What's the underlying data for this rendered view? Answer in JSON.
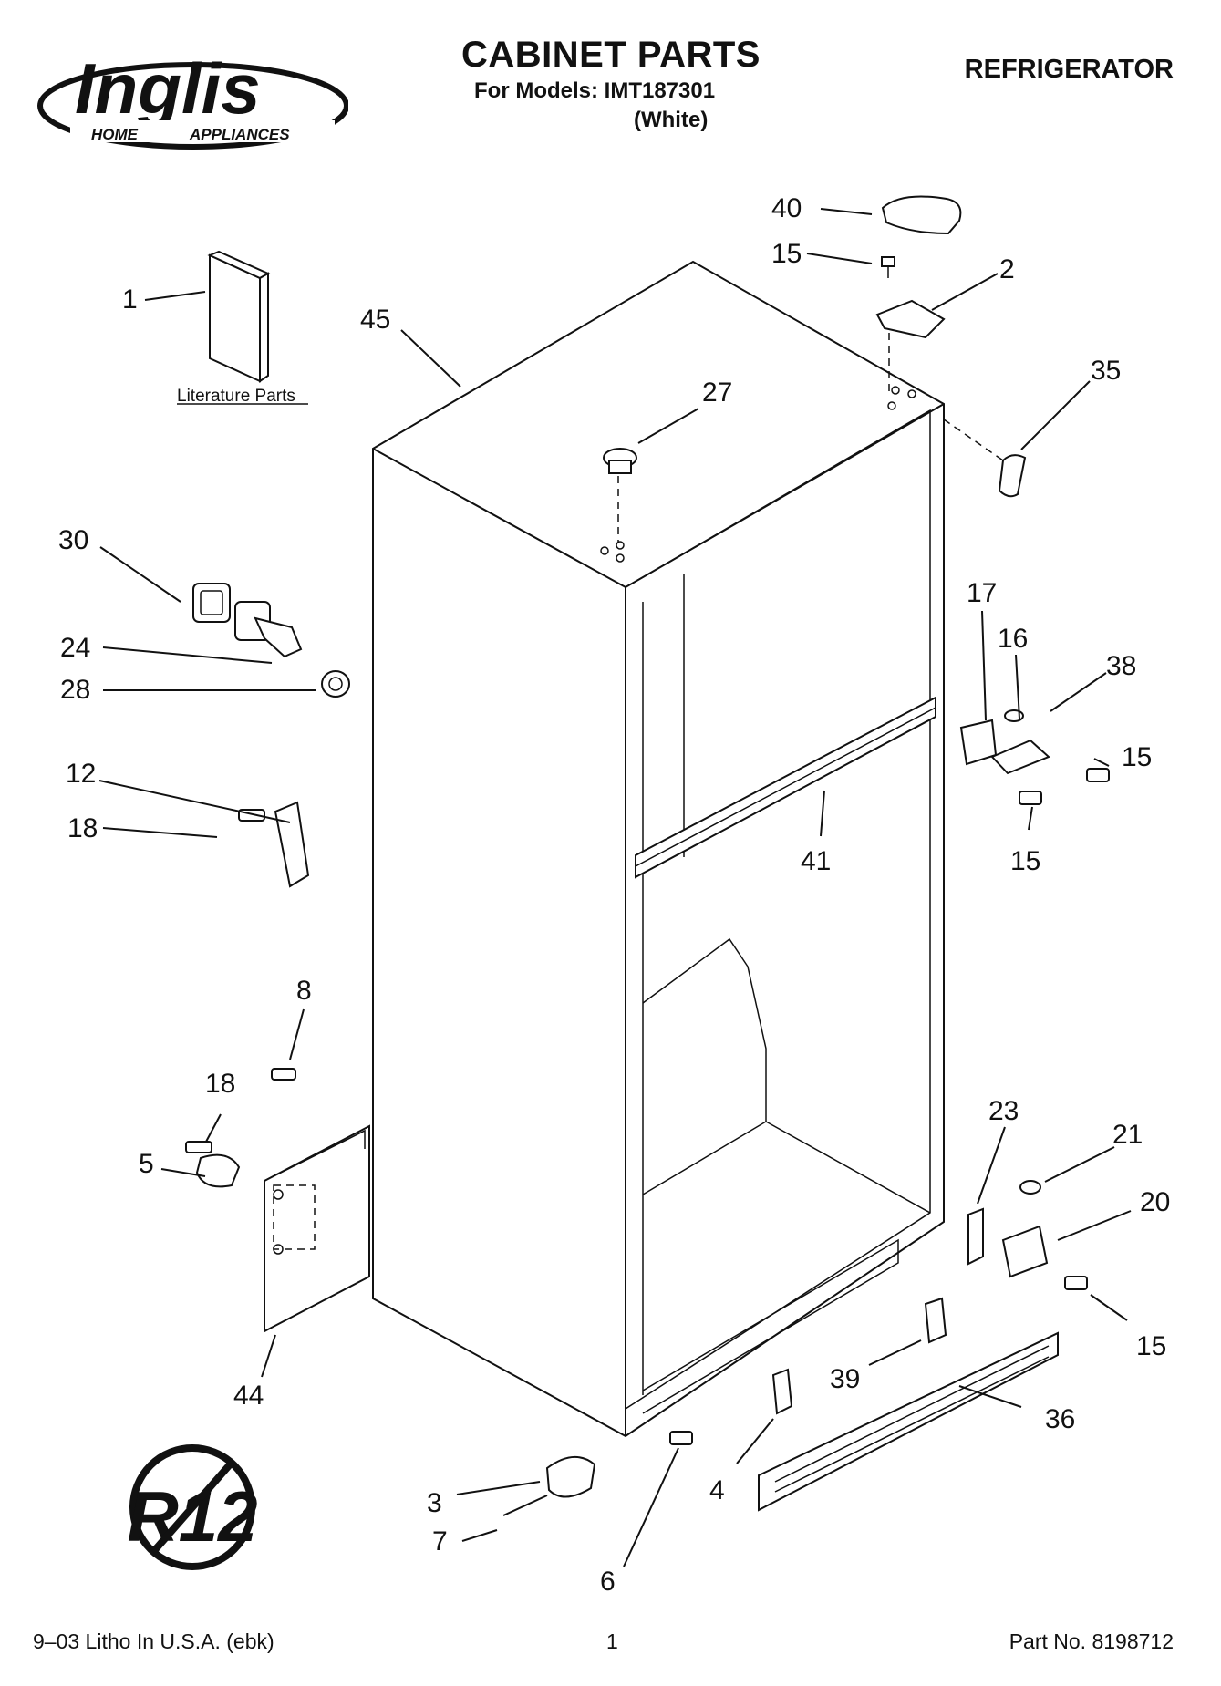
{
  "header": {
    "brand": "Inglis",
    "brand_sub_left": "HOME",
    "brand_sub_right": "APPLIANCES",
    "title": "CABINET PARTS",
    "models_line": "For Models: IMT187301",
    "color_line": "(White)",
    "product": "REFRIGERATOR"
  },
  "diagram": {
    "literature_label": "Literature Parts",
    "r12_mark": "R12",
    "callouts": [
      "40",
      "15",
      "2",
      "1",
      "45",
      "35",
      "27",
      "30",
      "17",
      "16",
      "38",
      "24",
      "28",
      "15",
      "12",
      "41",
      "15",
      "18",
      "8",
      "23",
      "21",
      "18",
      "5",
      "20",
      "15",
      "39",
      "44",
      "36",
      "3",
      "4",
      "7",
      "6"
    ]
  },
  "footer": {
    "left": "9–03 Litho In U.S.A. (ebk)",
    "center": "1",
    "right": "Part No. 8198712"
  }
}
